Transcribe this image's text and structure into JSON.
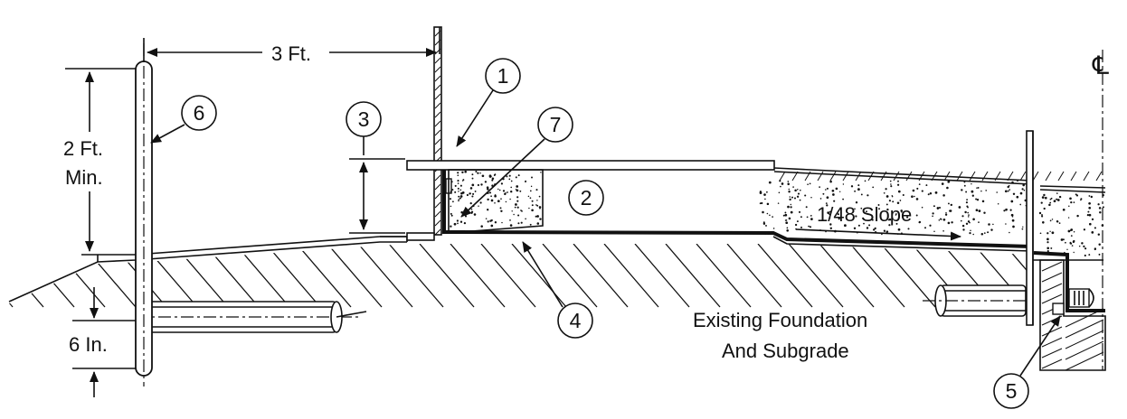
{
  "dimensions": {
    "horizontal": "3 Ft.",
    "height_line1": "2 Ft.",
    "height_line2": "Min.",
    "depth": "6 In."
  },
  "callouts": [
    "1",
    "2",
    "3",
    "4",
    "5",
    "6",
    "7"
  ],
  "labels": {
    "slope": "1/48 Slope",
    "foundation_line1": "Existing Foundation",
    "foundation_line2": "And Subgrade",
    "centerline": "℄"
  }
}
